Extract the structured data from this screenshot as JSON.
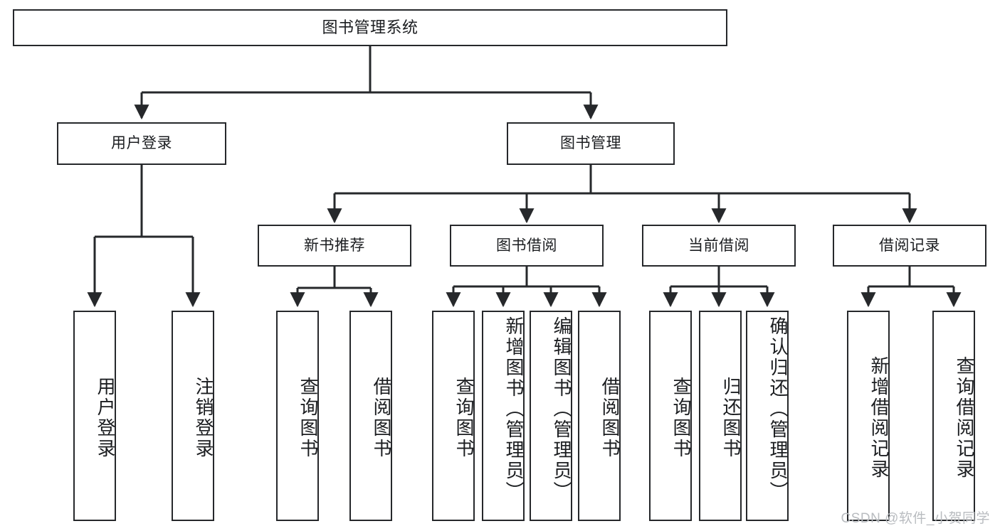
{
  "diagram": {
    "title": "图书管理系统",
    "root": {
      "label": "图书管理系统"
    },
    "level2": [
      {
        "label": "用户登录"
      },
      {
        "label": "图书管理"
      }
    ],
    "level3": [
      {
        "label": "新书推荐"
      },
      {
        "label": "图书借阅"
      },
      {
        "label": "当前借阅"
      },
      {
        "label": "借阅记录"
      }
    ],
    "leaves": {
      "user_login": [
        {
          "label": "用户登录"
        },
        {
          "label": "注销登录"
        }
      ],
      "new_book_rec": [
        {
          "label": "查询图书"
        },
        {
          "label": "借阅图书"
        }
      ],
      "book_borrow": [
        {
          "label": "查询图书"
        },
        {
          "label": "新增图书（管理员）"
        },
        {
          "label": "编辑图书（管理员）"
        },
        {
          "label": "借阅图书"
        }
      ],
      "current_borrow": [
        {
          "label": "查询图书"
        },
        {
          "label": "归还图书"
        },
        {
          "label": "确认归还（管理员）"
        }
      ],
      "borrow_record": [
        {
          "label": "新增借阅记录"
        },
        {
          "label": "查询借阅记录"
        }
      ]
    },
    "watermark": "CSDN @软件_小贺同学",
    "colors": {
      "stroke": "#26282b",
      "background": "#ffffff",
      "text": "#1b1d20",
      "watermark": "#b9bcc0"
    }
  }
}
